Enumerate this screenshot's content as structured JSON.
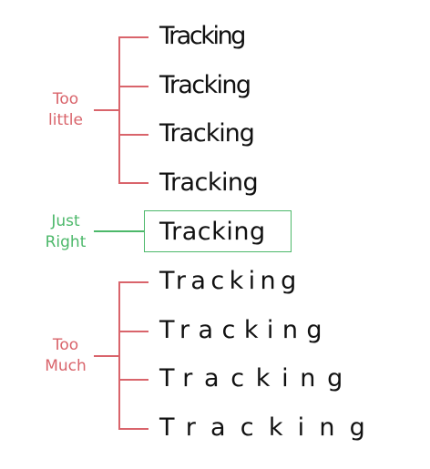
{
  "groups": [
    {
      "label_line1": "Too",
      "label_line2": "little",
      "color": "#d9646b"
    },
    {
      "label_line1": "Just",
      "label_line2": "Right",
      "color": "#4cb86a"
    },
    {
      "label_line1": "Too",
      "label_line2": "Much",
      "color": "#d9646b"
    }
  ],
  "samples": [
    {
      "text": "Tracking",
      "tracking_em": -0.09
    },
    {
      "text": "Tracking",
      "tracking_em": -0.06
    },
    {
      "text": "Tracking",
      "tracking_em": -0.04
    },
    {
      "text": "Tracking",
      "tracking_em": -0.02
    },
    {
      "text": "Tracking",
      "tracking_em": 0.02
    },
    {
      "text": "Tracking",
      "tracking_em": 0.2
    },
    {
      "text": "Tracking",
      "tracking_em": 0.35
    },
    {
      "text": "Tracking",
      "tracking_em": 0.47
    },
    {
      "text": "Tracking",
      "tracking_em": 0.6
    }
  ]
}
